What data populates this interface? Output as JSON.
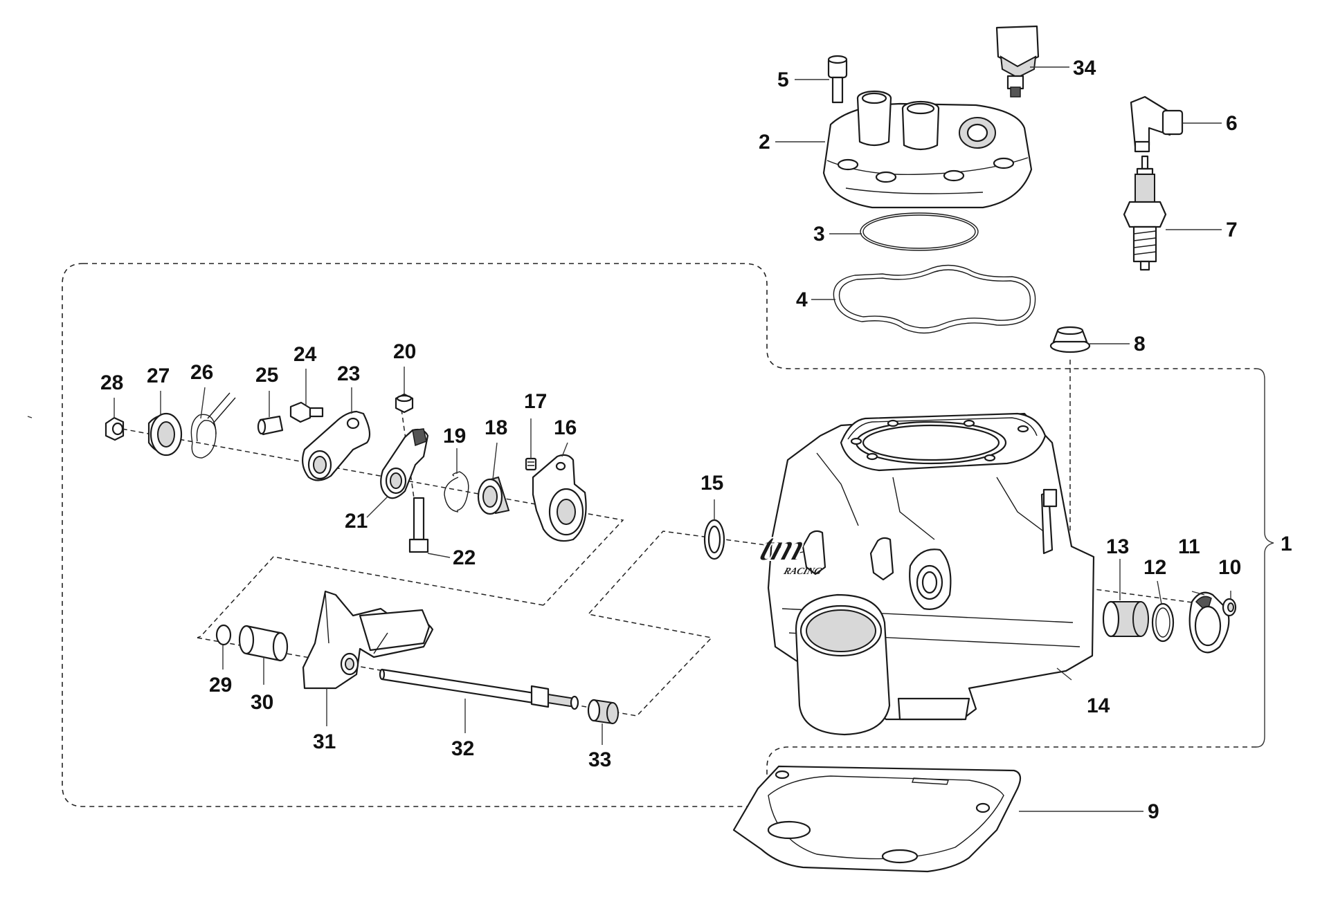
{
  "logo": {
    "line1": "tm",
    "line2": "RACING"
  },
  "parts": [
    {
      "num": "1"
    },
    {
      "num": "2"
    },
    {
      "num": "3"
    },
    {
      "num": "4"
    },
    {
      "num": "5"
    },
    {
      "num": "6"
    },
    {
      "num": "7"
    },
    {
      "num": "8"
    },
    {
      "num": "9"
    },
    {
      "num": "10"
    },
    {
      "num": "11"
    },
    {
      "num": "12"
    },
    {
      "num": "13"
    },
    {
      "num": "14"
    },
    {
      "num": "15"
    },
    {
      "num": "16"
    },
    {
      "num": "17"
    },
    {
      "num": "18"
    },
    {
      "num": "19"
    },
    {
      "num": "20"
    },
    {
      "num": "21"
    },
    {
      "num": "22"
    },
    {
      "num": "23"
    },
    {
      "num": "24"
    },
    {
      "num": "25"
    },
    {
      "num": "26"
    },
    {
      "num": "27"
    },
    {
      "num": "28"
    },
    {
      "num": "29"
    },
    {
      "num": "30"
    },
    {
      "num": "31"
    },
    {
      "num": "32"
    },
    {
      "num": "33"
    },
    {
      "num": "34"
    }
  ]
}
